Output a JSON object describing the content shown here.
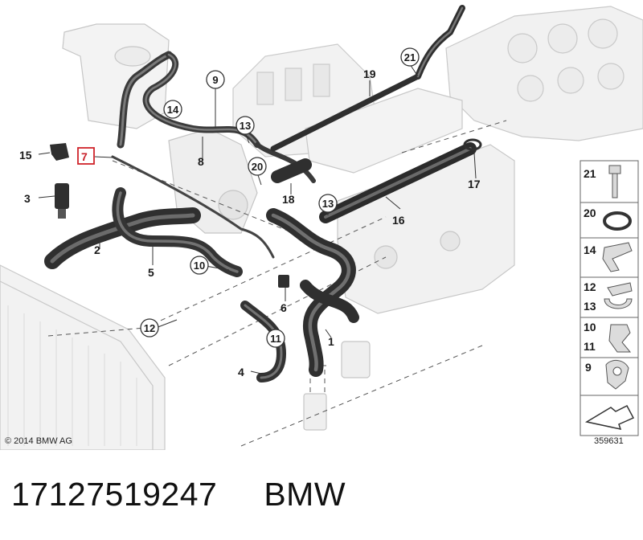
{
  "diagram": {
    "copyright": "© 2014 BMW AG",
    "diagram_id": "359631",
    "highlighted_part": "7",
    "callouts": {
      "c1": "1",
      "c2": "2",
      "c3": "3",
      "c4": "4",
      "c5": "5",
      "c6": "6",
      "c7": "7",
      "c8": "8",
      "c9": "9",
      "c10": "10",
      "c11": "11",
      "c12": "12",
      "c13a": "13",
      "c13b": "13",
      "c14": "14",
      "c15": "15",
      "c16": "16",
      "c17": "17",
      "c18": "18",
      "c19": "19",
      "c20": "20",
      "c21": "21"
    },
    "legend": [
      {
        "label": "21",
        "icon": "bolt-icon"
      },
      {
        "label": "20",
        "icon": "o-ring-icon"
      },
      {
        "label": "14",
        "icon": "clip-icon"
      },
      {
        "label": "12",
        "label2": "13",
        "icon": "spring-clamp-icon"
      },
      {
        "label": "10",
        "label2": "11",
        "icon": "hose-clamp-icon"
      },
      {
        "label": "9",
        "icon": "bracket-clip-icon"
      },
      {
        "label": "",
        "icon": "arrow-icon"
      }
    ]
  },
  "footer": {
    "part_number": "17127519247",
    "brand": "BMW"
  }
}
